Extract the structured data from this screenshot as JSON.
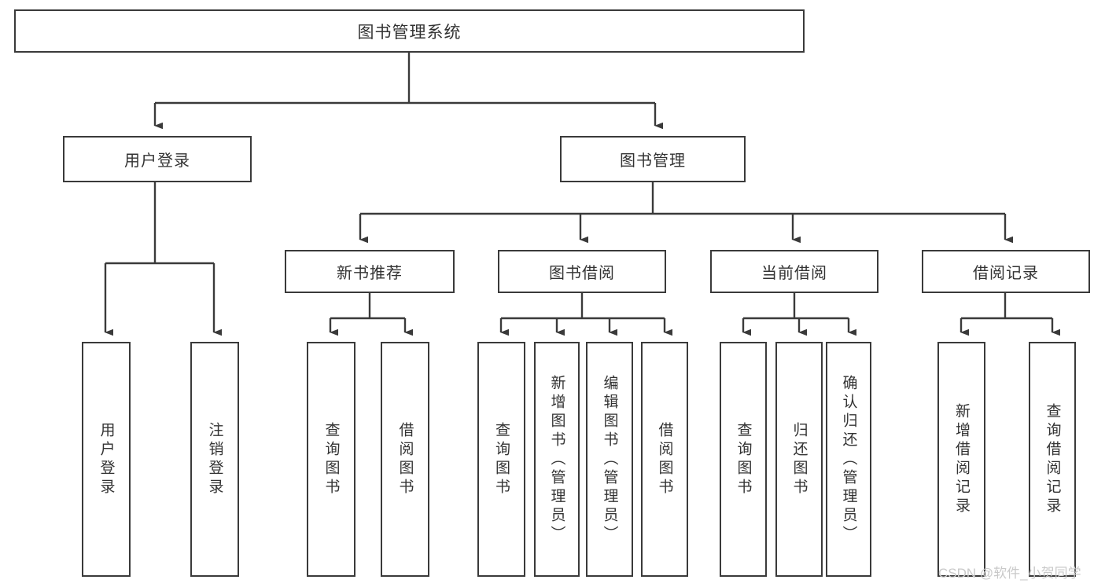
{
  "diagram": {
    "title": "图书管理系统",
    "type": "hierarchy-tree",
    "background_color": "#ffffff",
    "line_color": "#3a3a3a",
    "text_color": "#333333",
    "root": {
      "label": "图书管理系统"
    },
    "level2": [
      {
        "label": "用户登录"
      },
      {
        "label": "图书管理"
      }
    ],
    "level3": [
      {
        "label": "新书推荐"
      },
      {
        "label": "图书借阅"
      },
      {
        "label": "当前借阅"
      },
      {
        "label": "借阅记录"
      }
    ],
    "leaves": [
      {
        "label": "用户登录",
        "parent": "用户登录"
      },
      {
        "label": "注销登录",
        "parent": "用户登录"
      },
      {
        "label": "查询图书",
        "parent": "新书推荐"
      },
      {
        "label": "借阅图书",
        "parent": "新书推荐"
      },
      {
        "label": "查询图书",
        "parent": "图书借阅"
      },
      {
        "label": "新增图书（管理员）",
        "parent": "图书借阅"
      },
      {
        "label": "编辑图书（管理员）",
        "parent": "图书借阅"
      },
      {
        "label": "借阅图书",
        "parent": "图书借阅"
      },
      {
        "label": "查询图书",
        "parent": "当前借阅"
      },
      {
        "label": "归还图书",
        "parent": "当前借阅"
      },
      {
        "label": "确认归还（管理员）",
        "parent": "当前借阅"
      },
      {
        "label": "新增借阅记录",
        "parent": "借阅记录"
      },
      {
        "label": "查询借阅记录",
        "parent": "借阅记录"
      }
    ]
  },
  "watermark": {
    "text": "CSDN @软件_小贺同学"
  }
}
